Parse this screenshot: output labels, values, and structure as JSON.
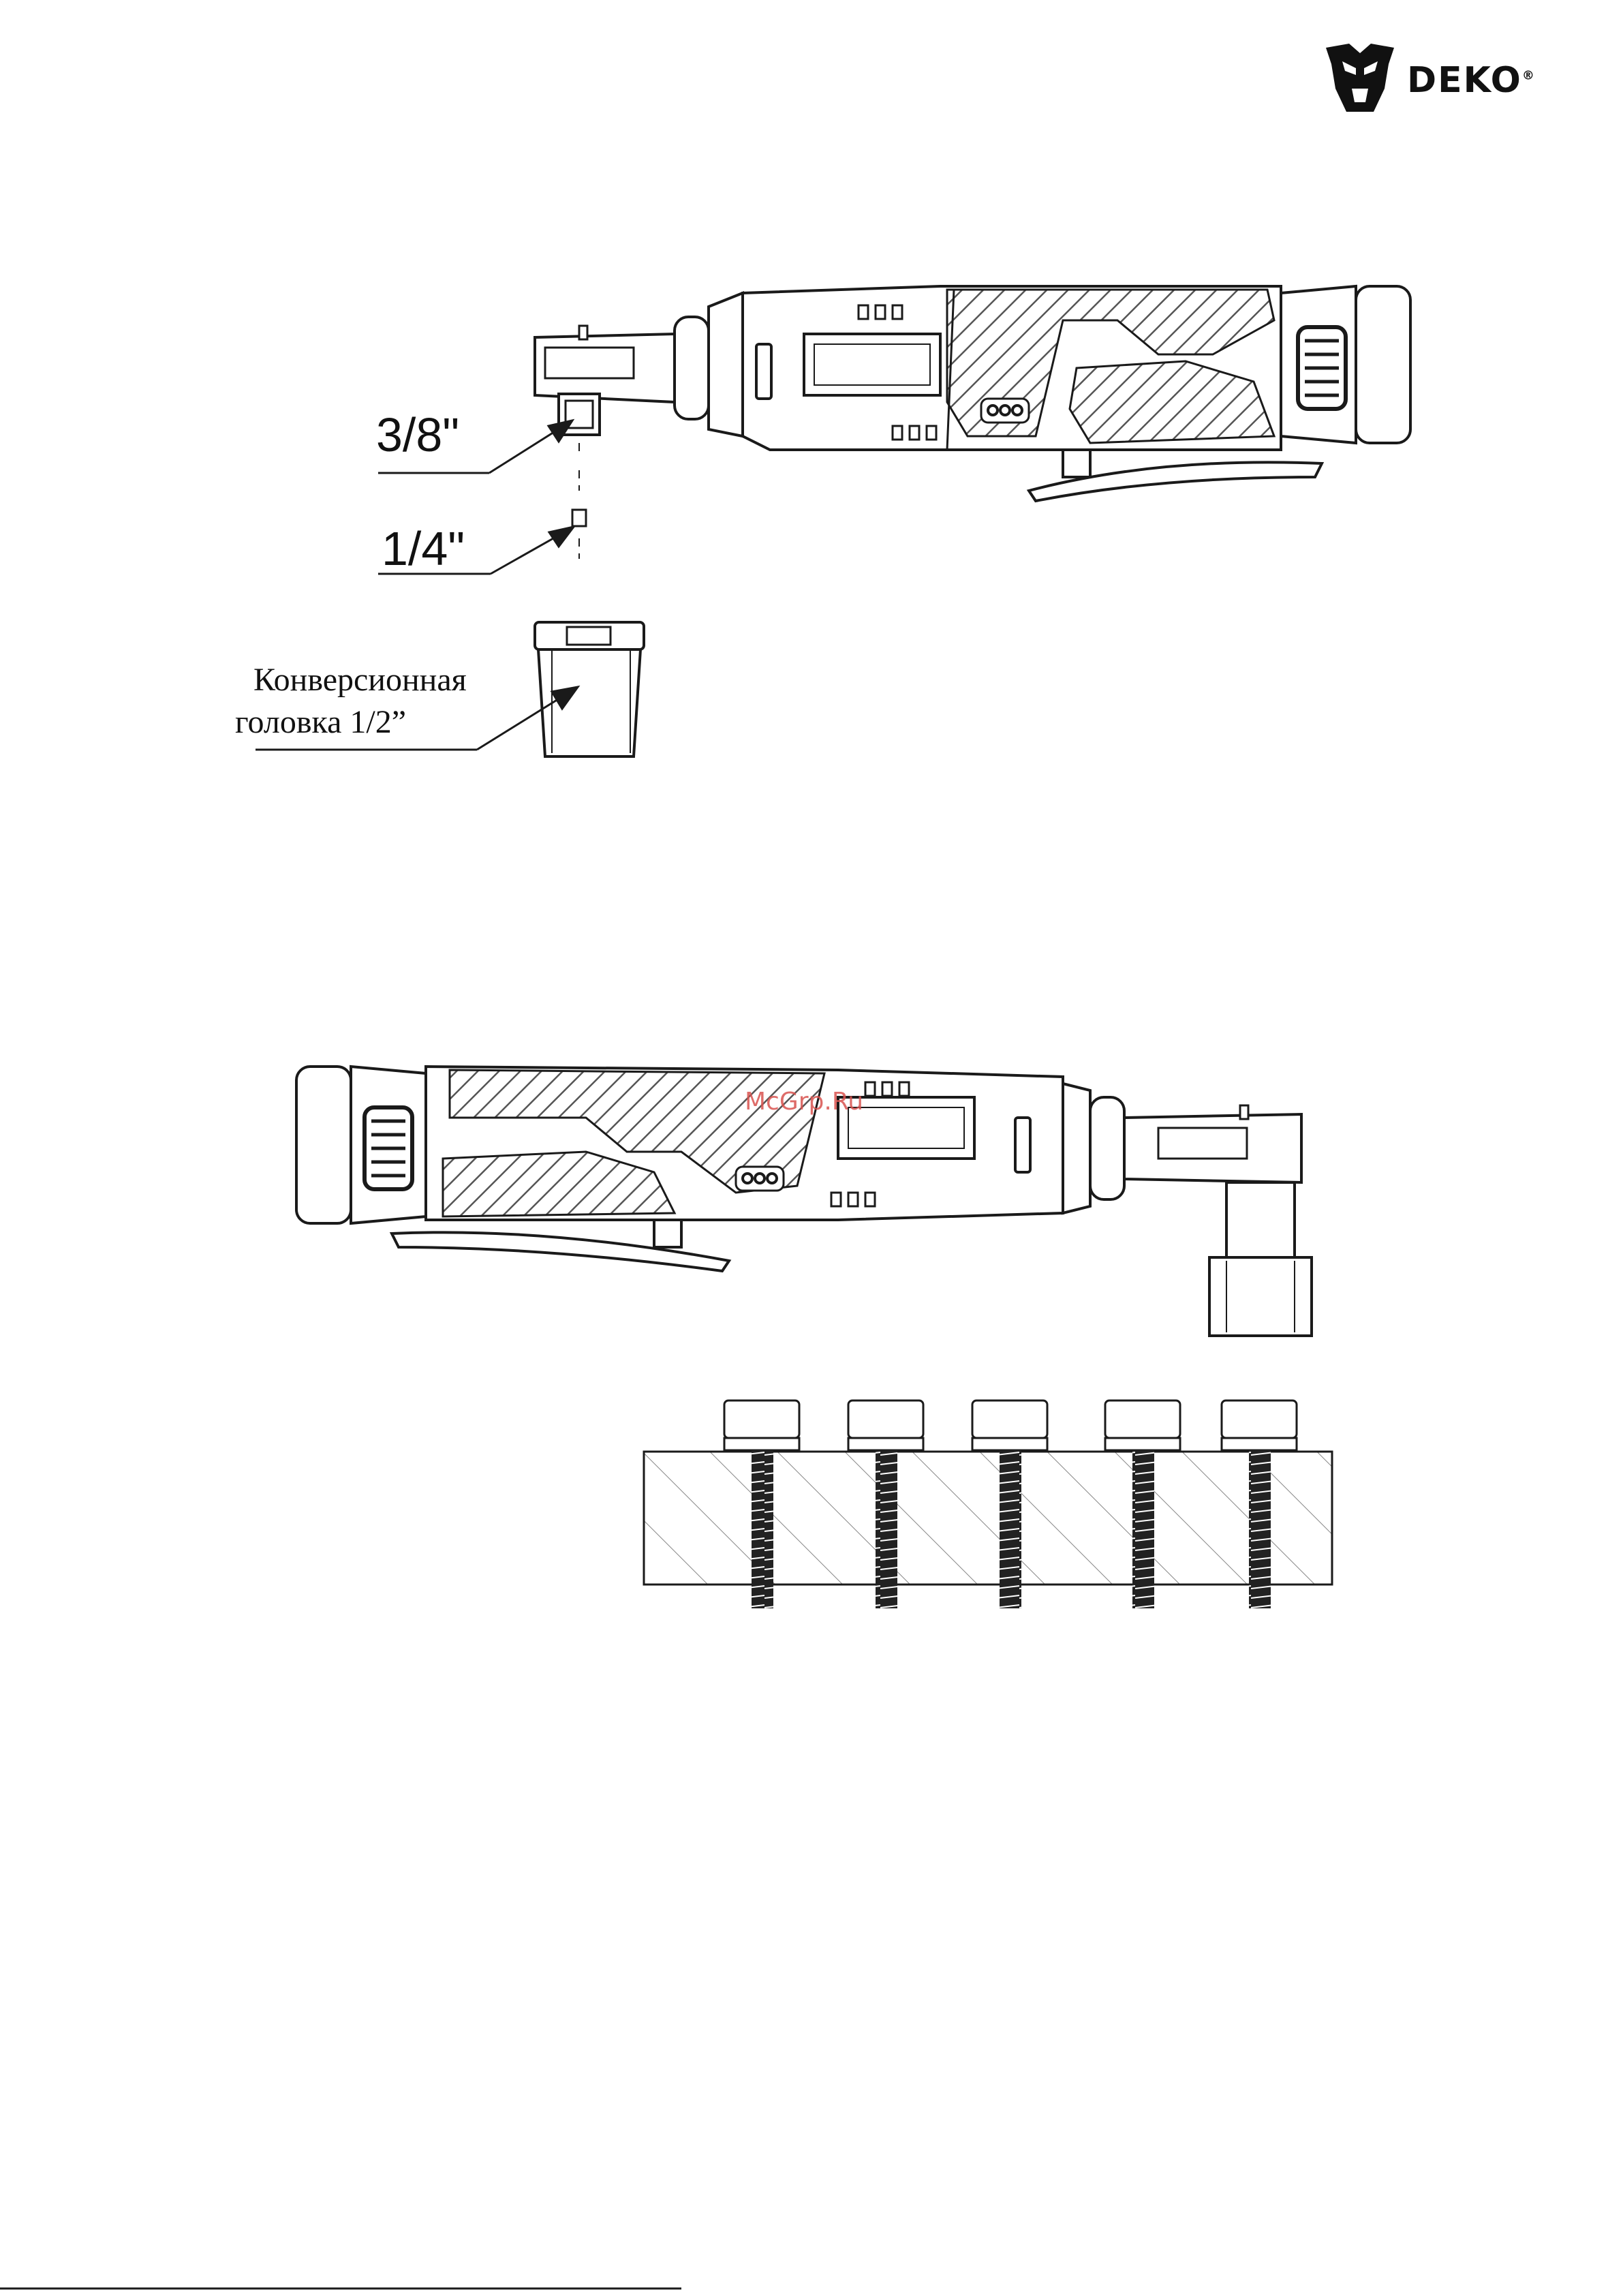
{
  "brand": {
    "name": "DEKO",
    "registered_mark": "®"
  },
  "figure1": {
    "labels": {
      "size_38": "3/8\"",
      "size_14": "1/4\""
    },
    "conversion_head": {
      "line1": "Конверсионная",
      "line2": "головка 1/2”"
    }
  },
  "watermark": "McGrp.Ru",
  "colors": {
    "ink": "#1a1a1a",
    "hatch": "#555555",
    "watermark": "#d9534f"
  }
}
